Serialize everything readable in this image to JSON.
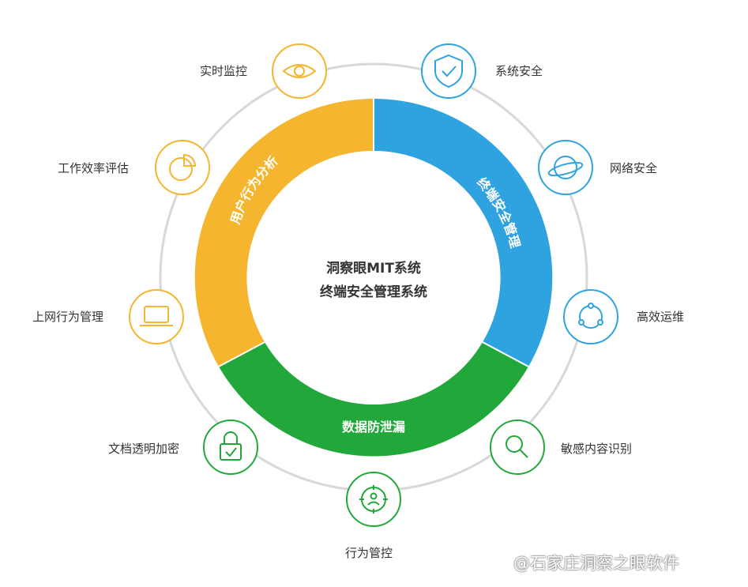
{
  "center": {
    "line1": "洞察眼MIT系统",
    "line2": "终端安全管理系统"
  },
  "segments": [
    {
      "label": "用户行为分析",
      "color": "#f5b52e"
    },
    {
      "label": "终端安全管理",
      "color": "#2fa3e0"
    },
    {
      "label": "数据防泄漏",
      "color": "#22a83a"
    }
  ],
  "features": {
    "realtime_monitor": "实时监控",
    "system_security": "系统安全",
    "work_efficiency": "工作效率评估",
    "network_security": "网络安全",
    "internet_behavior": "上网行为管理",
    "efficient_ops": "高效运维",
    "doc_encryption": "文档透明加密",
    "sensitive_content": "敏感内容识别",
    "behavior_control": "行为管控"
  },
  "icons": {
    "realtime_monitor": "eye-icon",
    "system_security": "shield-check-icon",
    "work_efficiency": "pie-chart-icon",
    "network_security": "planet-icon",
    "internet_behavior": "laptop-icon",
    "efficient_ops": "cycle-icon",
    "doc_encryption": "lock-check-icon",
    "sensitive_content": "search-icon",
    "behavior_control": "user-target-icon"
  },
  "colors": {
    "yellow": "#f5b52e",
    "blue": "#2fa3e0",
    "green": "#22a83a",
    "ring": "#d8d8d8"
  },
  "watermark": "@石家庄洞察之眼软件"
}
